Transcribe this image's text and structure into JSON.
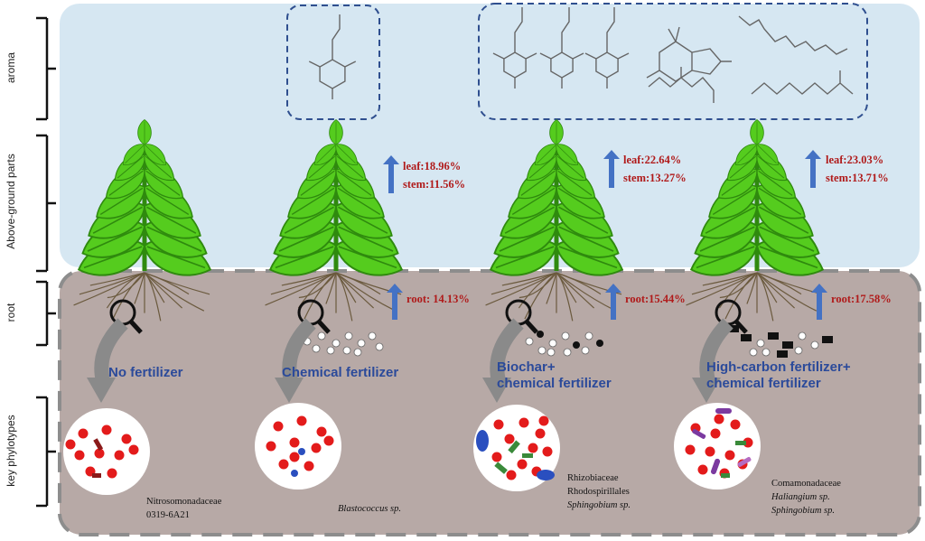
{
  "side_labels": {
    "aroma": "aroma",
    "above_ground": "Above-ground parts",
    "root": "root",
    "key_phylotypes": "key phylotypes"
  },
  "treatments": [
    {
      "name": "No fertilizer",
      "name_lines": [
        "No fertilizer"
      ],
      "leaf_stat": "",
      "stem_stat": "",
      "root_stat": "",
      "taxa": [
        {
          "text": "Nitrosomonadaceae",
          "italic": false
        },
        {
          "text": "0319-6A21",
          "italic": false
        }
      ]
    },
    {
      "name": "Chemical fertilizer",
      "name_lines": [
        "Chemical fertilizer"
      ],
      "leaf_stat": "leaf:18.96%",
      "stem_stat": "stem:11.56%",
      "root_stat": "root: 14.13%",
      "taxa": [
        {
          "text": "Blastococcus sp.",
          "italic": true
        }
      ]
    },
    {
      "name": "Biochar+ chemical fertilizer",
      "name_lines": [
        "Biochar+",
        "chemical fertilizer"
      ],
      "leaf_stat": "leaf:22.64%",
      "stem_stat": "stem:13.27%",
      "root_stat": "root:15.44%",
      "taxa": [
        {
          "text": "Rhizobiaceae",
          "italic": false
        },
        {
          "text": "Rhodospirillales",
          "italic": false
        },
        {
          "text": "Sphingobium sp.",
          "italic": true
        }
      ]
    },
    {
      "name": "High-carbon fertilizer+ chemical fertilizer",
      "name_lines": [
        "High-carbon fertilizer+",
        "chemical fertilizer"
      ],
      "leaf_stat": "leaf:23.03%",
      "stem_stat": "stem:13.71%",
      "root_stat": "root:17.58%",
      "taxa": [
        {
          "text": "Comamonadaceae",
          "italic": false
        },
        {
          "text": "Haliangium sp.",
          "italic": true
        },
        {
          "text": "Sphingobium sp.",
          "italic": true
        }
      ]
    }
  ],
  "colors": {
    "sky": "#d6e7f2",
    "soil": "#b7a9a6",
    "leaf": "#55cc1e",
    "leaf_dark": "#2f8a0e",
    "arrow_up": "#4472c4",
    "stat_text": "#b01a1a",
    "treatment_text": "#2b4a9a",
    "bacteria_red": "#e31b1b",
    "bacteria_blue": "#2a4fbf",
    "bacteria_green": "#3a8a3a",
    "bacteria_purple": "#7b3aa0",
    "down_arrow": "#8a8a8a"
  }
}
